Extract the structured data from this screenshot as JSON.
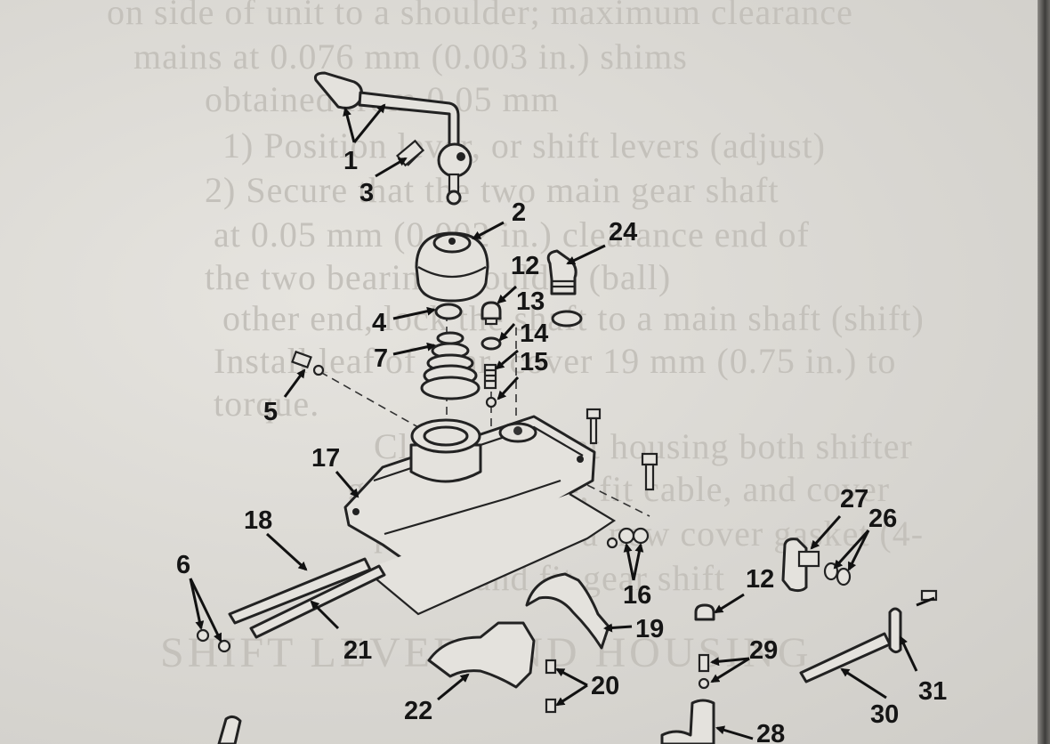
{
  "bleed_through_text": [
    "on side of unit to a shoulder; maximum clearance",
    "mains at 0.076 mm (0.003 in.) shims",
    "obtained from 0.05 mm",
    "1) Position lever, or shift levers (adjust)",
    "2) Secure that the two main gear shaft",
    "at 0.05 mm (0.002 in.) clearance end of",
    "the two bearing shoulder (ball)",
    "other end, lock the shaft to a main shaft (shift)",
    "Install leaf of gear, cover 19 mm (0.75 in.) to",
    "torque.",
    "Clean area that housing both shifter",
    "gear cable hose, fit cable, and cover",
    "position with a new cover gasket (4-",
    "shaft and fit gear shift"
  ],
  "bleed_heading": "SHIFT LEVER AND HOUSING",
  "callouts": [
    {
      "id": "1",
      "label": "1"
    },
    {
      "id": "2",
      "label": "2"
    },
    {
      "id": "3",
      "label": "3"
    },
    {
      "id": "4",
      "label": "4"
    },
    {
      "id": "5",
      "label": "5"
    },
    {
      "id": "6",
      "label": "6"
    },
    {
      "id": "7",
      "label": "7"
    },
    {
      "id": "12a",
      "label": "12"
    },
    {
      "id": "12b",
      "label": "12"
    },
    {
      "id": "13",
      "label": "13"
    },
    {
      "id": "14",
      "label": "14"
    },
    {
      "id": "15",
      "label": "15"
    },
    {
      "id": "16",
      "label": "16"
    },
    {
      "id": "17",
      "label": "17"
    },
    {
      "id": "18",
      "label": "18"
    },
    {
      "id": "19",
      "label": "19"
    },
    {
      "id": "20",
      "label": "20"
    },
    {
      "id": "21",
      "label": "21"
    },
    {
      "id": "22",
      "label": "22"
    },
    {
      "id": "24",
      "label": "24"
    },
    {
      "id": "26",
      "label": "26"
    },
    {
      "id": "27",
      "label": "27"
    },
    {
      "id": "28",
      "label": "28"
    },
    {
      "id": "29",
      "label": "29"
    },
    {
      "id": "30",
      "label": "30"
    },
    {
      "id": "31",
      "label": "31"
    }
  ]
}
